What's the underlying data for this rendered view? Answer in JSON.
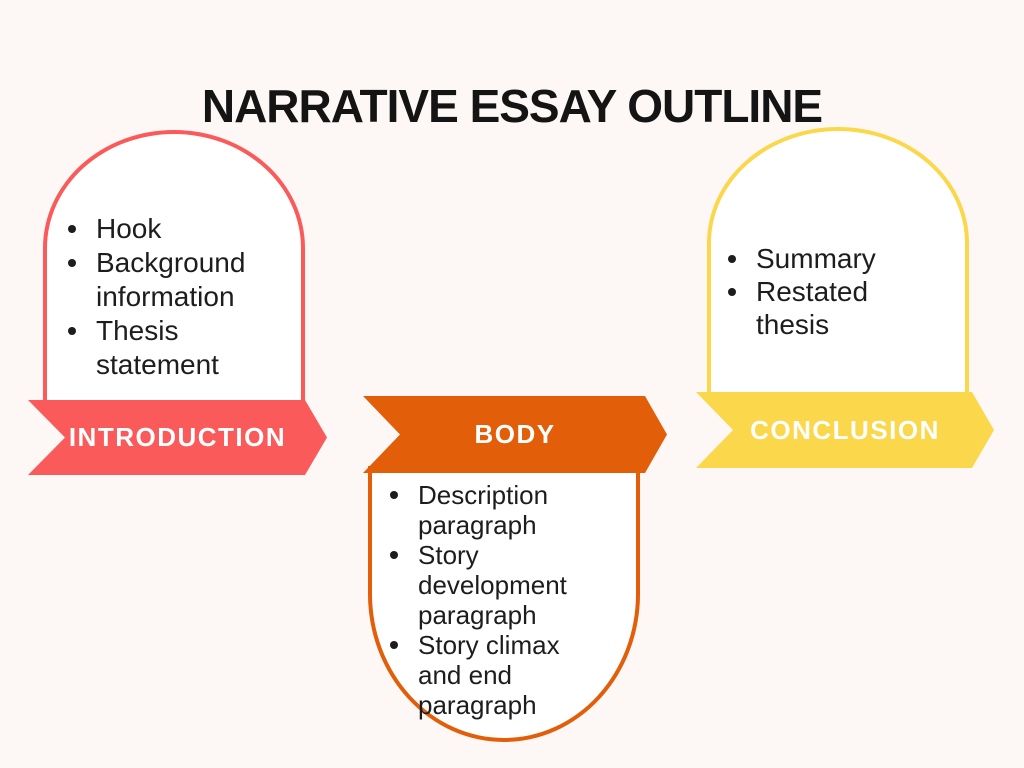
{
  "title": "NARRATIVE ESSAY OUTLINE",
  "colors": {
    "background": "#FDF8F6",
    "card_fill": "#FFFFFF",
    "introduction_accent": "#FB5A5A",
    "body_accent": "#E25E09",
    "conclusion_accent": "#FBD74B",
    "text": "#1D1D1D",
    "banner_text": "#FFFFFF"
  },
  "sections": [
    {
      "id": "introduction",
      "label": "INTRODUCTION",
      "accent": "#FB5A5A",
      "bullets": [
        "Hook",
        "Background information",
        "Thesis statement"
      ]
    },
    {
      "id": "body",
      "label": "BODY",
      "accent": "#E25E09",
      "bullets": [
        "Description paragraph",
        "Story development paragraph",
        "Story climax and end paragraph"
      ]
    },
    {
      "id": "conclusion",
      "label": "CONCLUSION",
      "accent": "#FBD74B",
      "bullets": [
        "Summary",
        "Restated thesis"
      ]
    }
  ]
}
